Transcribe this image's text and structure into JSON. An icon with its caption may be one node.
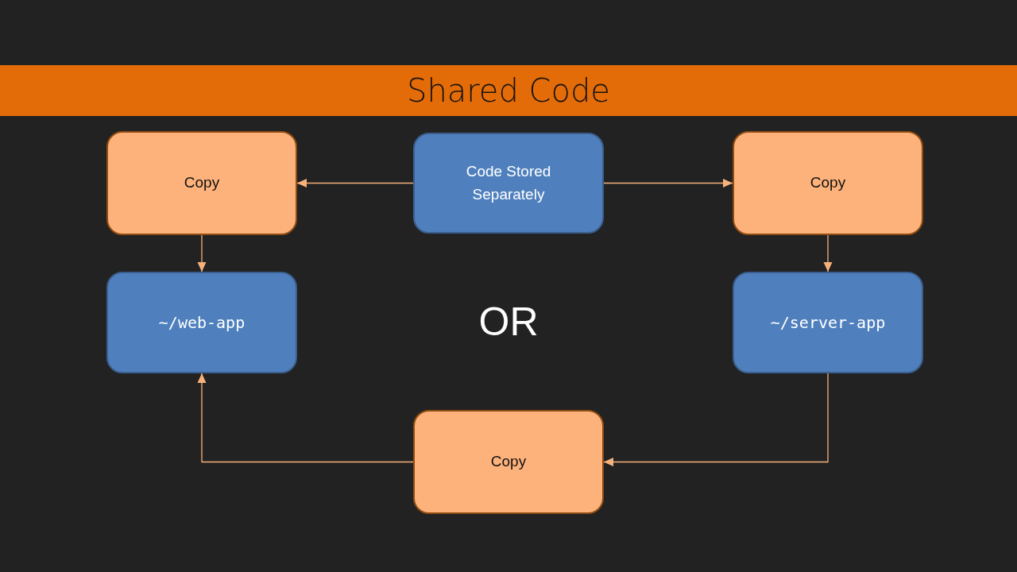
{
  "diagram": {
    "title": "Shared Code",
    "nodes": [
      {
        "text": [
          "Code Stored Separately"
        ]
      },
      {
        "text": [
          "Copy"
        ]
      },
      {
        "text": [
          "Copy"
        ]
      },
      {
        "text": [
          "~/web-app"
        ]
      },
      {
        "text": [
          "~/server-app"
        ]
      },
      {
        "text": [
          "Copy"
        ]
      }
    ],
    "edges": [
      {
        "from": 0,
        "to": 1,
        "arrow": "to"
      },
      {
        "from": 0,
        "to": 2,
        "arrow": "to"
      },
      {
        "from": 1,
        "to": 3,
        "arrow": "to"
      },
      {
        "from": 2,
        "to": 4,
        "arrow": "to"
      },
      {
        "from": 4,
        "to": 5,
        "arrow": "to"
      },
      {
        "from": 5,
        "to": 3,
        "arrow": "to"
      }
    ],
    "labels": [
      "OR"
    ]
  }
}
